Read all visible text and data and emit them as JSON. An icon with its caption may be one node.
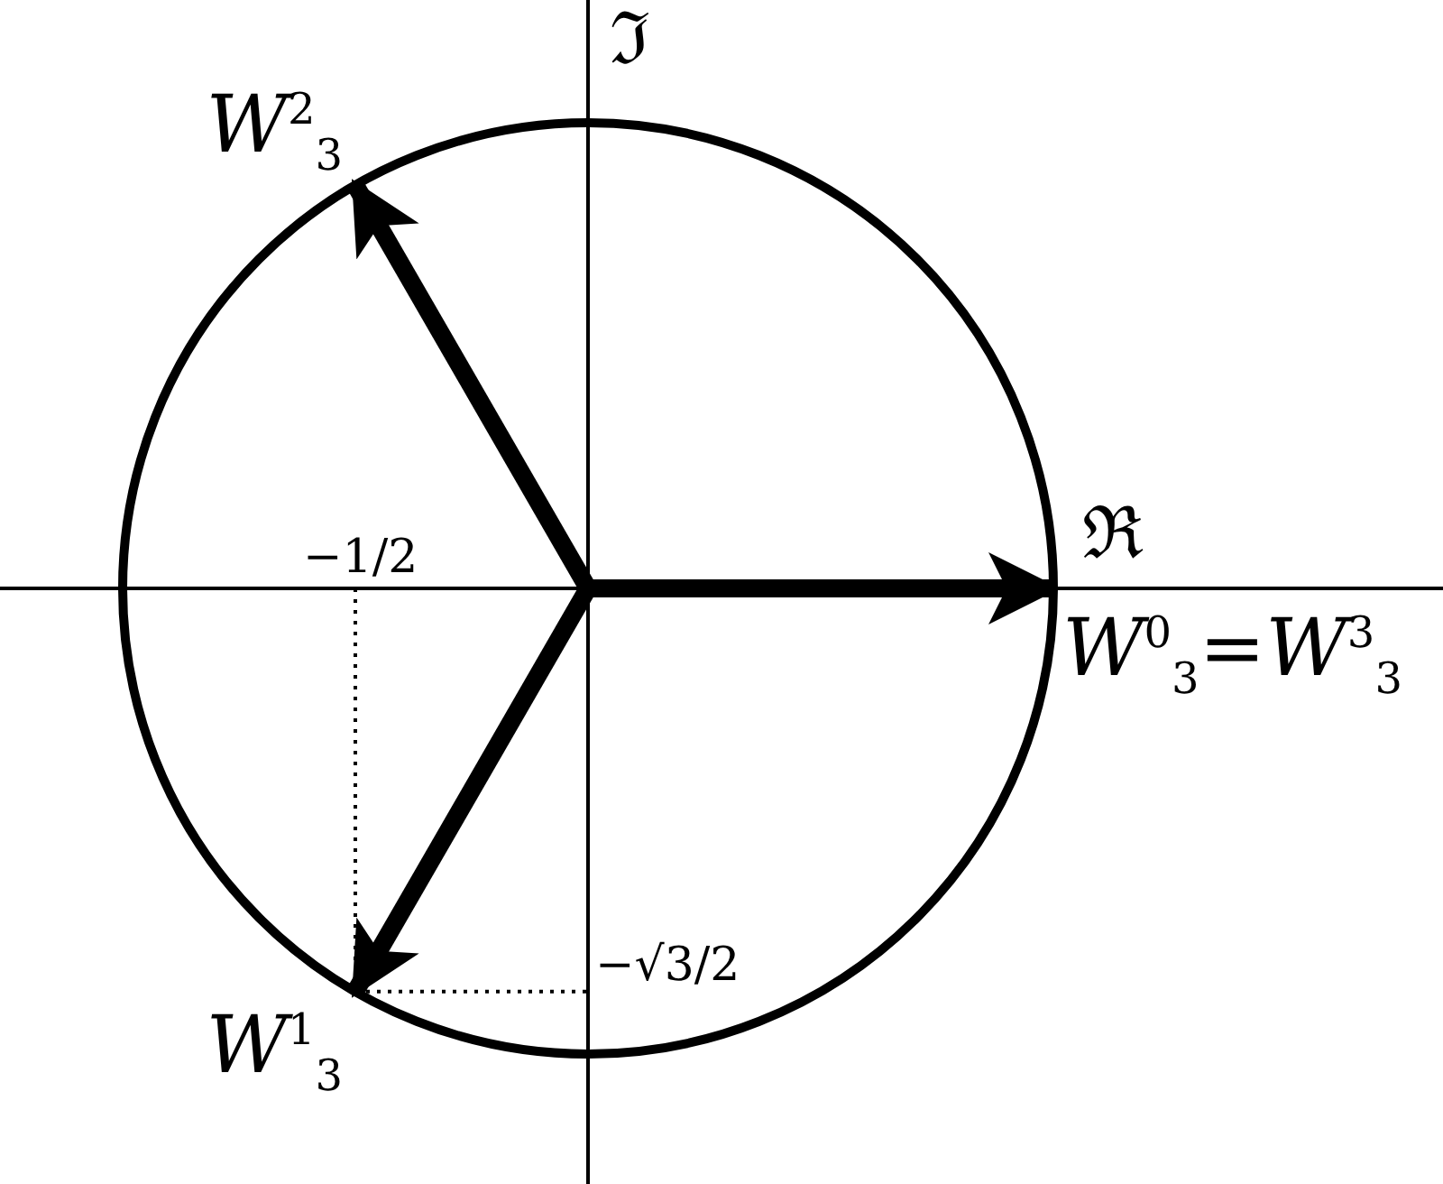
{
  "diagram": {
    "nodes": [
      {
        "text": [
          "*W*$^{2}$$_{3}$"
        ]
      },
      {
        "text": [
          "*W*$^{0}$$_{3}$=*W*$^{3}$$_{3}$"
        ]
      },
      {
        "text": [
          "*W*$^{1}$$_{3}$"
        ]
      }
    ],
    "edges": [
      {
        "from": null,
        "to": 1,
        "arrow": "to"
      },
      {
        "from": null,
        "to": 0,
        "arrow": "to"
      },
      {
        "from": null,
        "to": 2,
        "arrow": "to"
      }
    ],
    "labels": [
      "ℑ",
      "ℜ",
      "−1/2",
      "−√3/2"
    ]
  }
}
